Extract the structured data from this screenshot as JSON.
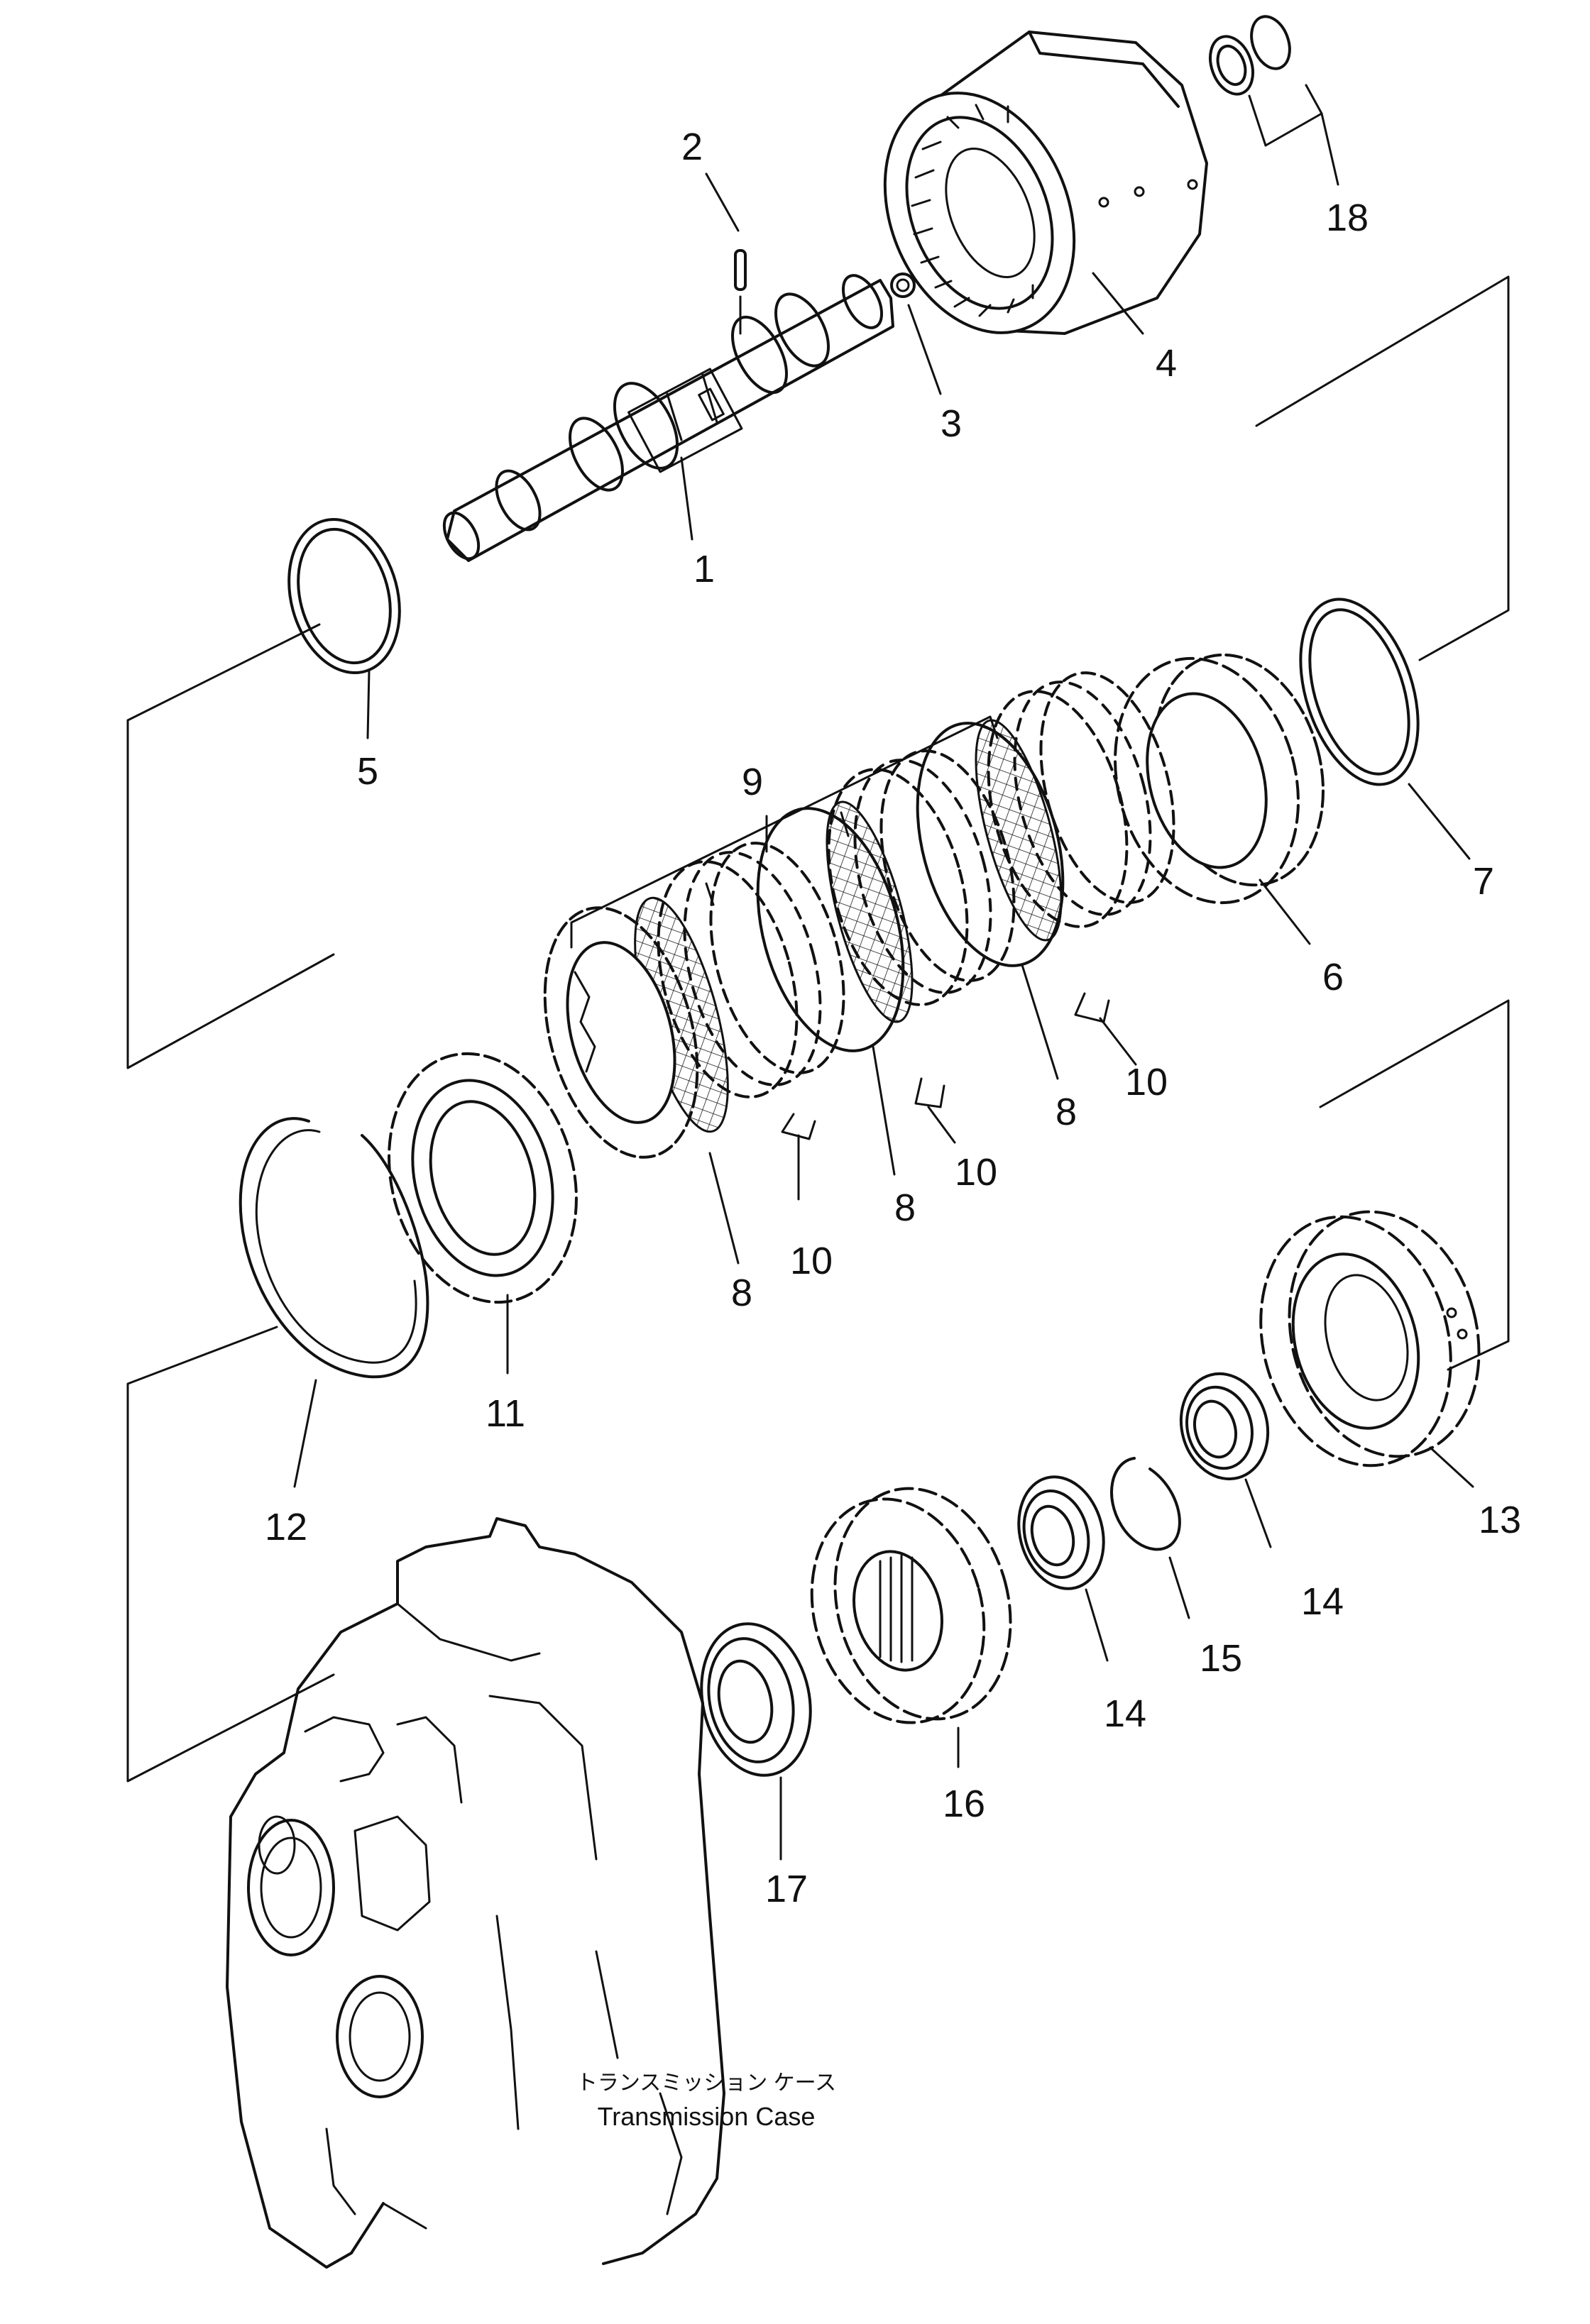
{
  "callouts": {
    "c1": "1",
    "c2": "2",
    "c3": "3",
    "c4": "4",
    "c5": "5",
    "c6": "6",
    "c7": "7",
    "c8a": "8",
    "c8b": "8",
    "c8c": "8",
    "c9": "9",
    "c10a": "10",
    "c10b": "10",
    "c10c": "10",
    "c11": "11",
    "c12": "12",
    "c13": "13",
    "c14a": "14",
    "c14b": "14",
    "c15": "15",
    "c16": "16",
    "c17": "17",
    "c18": "18"
  },
  "case_caption": {
    "japanese": "トランスミッション ケース",
    "english": "Transmission Case"
  },
  "line_color": "#111111",
  "background_color": "#ffffff"
}
